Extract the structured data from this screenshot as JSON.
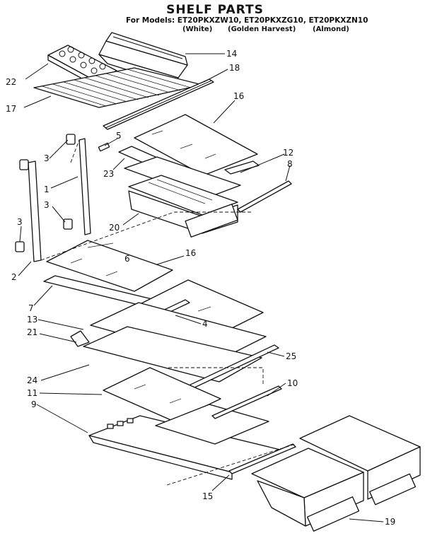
{
  "header": {
    "title": "SHELF PARTS",
    "models_line": "For Models: ET20PKXZW10, ET20PKXZG10, ET20PKXZN10",
    "variants": [
      "(White)",
      "(Golden Harvest)",
      "(Almond)"
    ]
  },
  "callouts": [
    {
      "id": "c22",
      "label": "22"
    },
    {
      "id": "c17",
      "label": "17"
    },
    {
      "id": "c14",
      "label": "14"
    },
    {
      "id": "c18",
      "label": "18"
    },
    {
      "id": "c16a",
      "label": "16"
    },
    {
      "id": "c5",
      "label": "5"
    },
    {
      "id": "c3a",
      "label": "3"
    },
    {
      "id": "c23",
      "label": "23"
    },
    {
      "id": "c12",
      "label": "12"
    },
    {
      "id": "c8",
      "label": "8"
    },
    {
      "id": "c1",
      "label": "1"
    },
    {
      "id": "c3b",
      "label": "3"
    },
    {
      "id": "c3c",
      "label": "3"
    },
    {
      "id": "c20",
      "label": "20"
    },
    {
      "id": "c6",
      "label": "6"
    },
    {
      "id": "c16b",
      "label": "16"
    },
    {
      "id": "c2",
      "label": "2"
    },
    {
      "id": "c7",
      "label": "7"
    },
    {
      "id": "c13",
      "label": "13"
    },
    {
      "id": "c4",
      "label": "4"
    },
    {
      "id": "c21",
      "label": "21"
    },
    {
      "id": "c25",
      "label": "25"
    },
    {
      "id": "c24",
      "label": "24"
    },
    {
      "id": "c10",
      "label": "10"
    },
    {
      "id": "c11",
      "label": "11"
    },
    {
      "id": "c9",
      "label": "9"
    },
    {
      "id": "c15",
      "label": "15"
    },
    {
      "id": "c19",
      "label": "19"
    }
  ]
}
